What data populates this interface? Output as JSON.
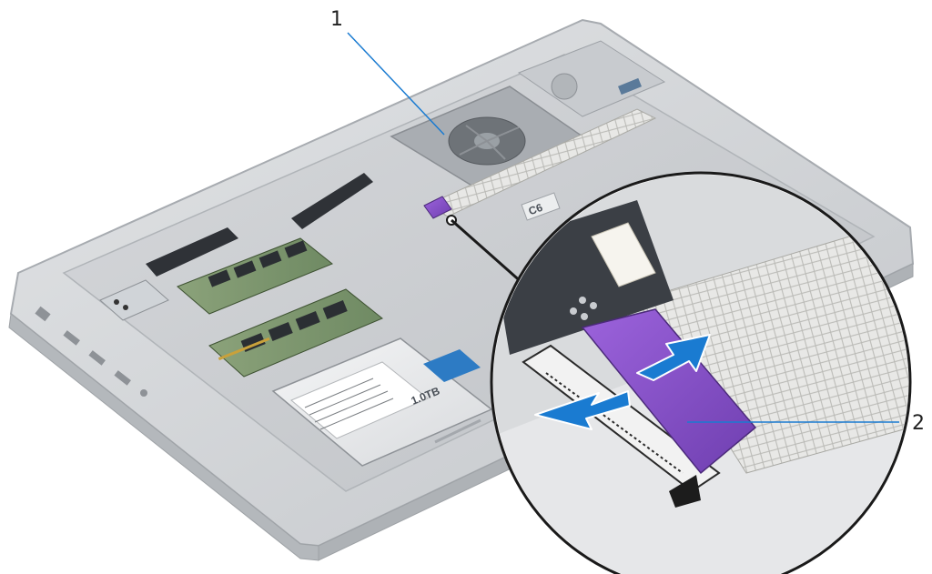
{
  "callouts": [
    {
      "number": "1"
    },
    {
      "number": "2"
    }
  ],
  "labels": {
    "hdd_capacity": "1.0TB",
    "fan_marking": "C6"
  },
  "colors": {
    "chassis": "#c9cccf",
    "chassis_edge": "#a7abb0",
    "cable_purple": "#8a55c8",
    "arrow_blue": "#1a7bd1",
    "leader_line": "#1a7bd1",
    "leader_dark": "#1a1a1a"
  },
  "icons": [
    "arrow-right-icon",
    "arrow-left-icon"
  ]
}
